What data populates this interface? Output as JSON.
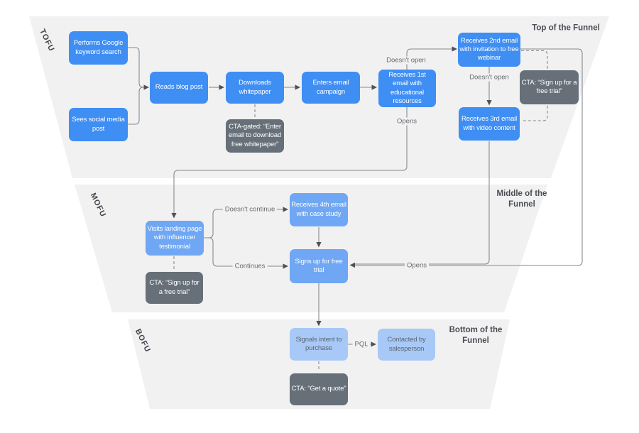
{
  "diagram": {
    "type": "marketing-funnel-flowchart",
    "sections": {
      "tofu": {
        "abbr": "TOFU",
        "title": "Top of the Funnel"
      },
      "mofu": {
        "abbr": "MOFU",
        "title": "Middle of the Funnel"
      },
      "bofu": {
        "abbr": "BOFU",
        "title": "Bottom of the Funnel"
      }
    },
    "nodes": {
      "performs_search": {
        "label": "Performs Google keyword search"
      },
      "sees_social": {
        "label": "Sees social media post"
      },
      "reads_blog": {
        "label": "Reads blog post"
      },
      "downloads_whitepaper": {
        "label": "Downloads whitepaper"
      },
      "enters_email": {
        "label": "Enters email campaign"
      },
      "email_1": {
        "label": "Receives 1st email with educational resources"
      },
      "email_2": {
        "label": "Receives 2nd email with invitation to free webinar"
      },
      "email_3": {
        "label": "Receives 3rd email with video content"
      },
      "email_4": {
        "label": "Receives 4th email with case study"
      },
      "visits_landing": {
        "label": "Visits landing page with influencer testimonial"
      },
      "signs_up": {
        "label": "Signs up for free trial"
      },
      "signals_intent": {
        "label": "Signals intent to purchase"
      },
      "contacted": {
        "label": "Contacted by salesperson"
      }
    },
    "cta_notes": {
      "gated_whitepaper": {
        "label": "CTA-gated: “Enter email to download free whitepaper”"
      },
      "free_trial_top": {
        "label": "CTA: “Sign up for a free trial”"
      },
      "free_trial_mid": {
        "label": "CTA: “Sign up for a free trial”"
      },
      "get_quote": {
        "label": "CTA: “Get a quote”"
      }
    },
    "edge_labels": {
      "doesnt_open_1": "Doesn't open",
      "doesnt_open_2": "Doesn't open",
      "opens_1": "Opens",
      "opens_2": "Opens",
      "doesnt_continue": "Doesn't continue",
      "continues": "Continues",
      "pql": "PQL"
    },
    "colors": {
      "node_blue": "#3f8ef4",
      "node_blue_mid": "#6fa7f4",
      "node_blue_pale": "#a8c9f8",
      "cta_gray": "#677079",
      "funnel_gray": "#f1f1f2",
      "connector": "#85898e",
      "edge_label_text": "#66696d",
      "title_text": "#4a4e54"
    }
  }
}
